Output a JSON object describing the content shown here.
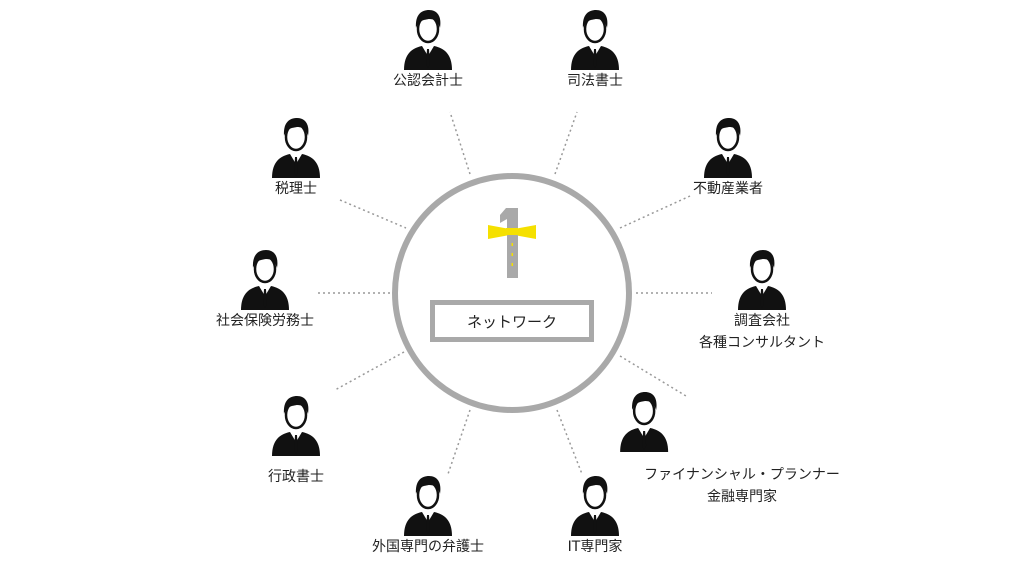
{
  "center": {
    "label": "ネットワーク",
    "logo_text": "1",
    "logo_accent": "#f5e000",
    "ring_color": "#a9a9a9"
  },
  "nodes": [
    {
      "id": "cpa",
      "lines": [
        "公認会計士"
      ]
    },
    {
      "id": "judicial-scrivener",
      "lines": [
        "司法書士"
      ]
    },
    {
      "id": "real-estate",
      "lines": [
        "不動産業者"
      ]
    },
    {
      "id": "research",
      "lines": [
        "調査会社",
        "各種コンサルタント"
      ]
    },
    {
      "id": "financial-planner",
      "lines": [
        "ファイナンシャル・プランナー",
        "金融専門家"
      ]
    },
    {
      "id": "it",
      "lines": [
        "IT専門家"
      ]
    },
    {
      "id": "foreign-lawyer",
      "lines": [
        "外国専門の弁護士"
      ]
    },
    {
      "id": "administrative-scrivener",
      "lines": [
        "行政書士"
      ]
    },
    {
      "id": "labor-consultant",
      "lines": [
        "社会保険労務士"
      ]
    },
    {
      "id": "tax-accountant",
      "lines": [
        "税理士"
      ]
    }
  ]
}
